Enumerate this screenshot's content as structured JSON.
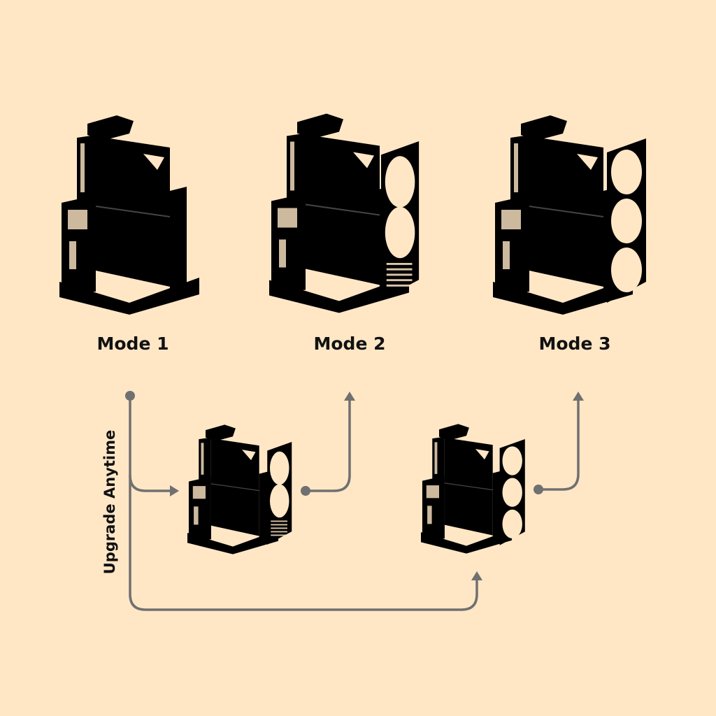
{
  "modes": [
    {
      "label": "Mode 1",
      "fans": 0
    },
    {
      "label": "Mode 2",
      "fans": 2
    },
    {
      "label": "Mode 3",
      "fans": 3
    }
  ],
  "upgrade_label": "Upgrade Anytime",
  "colors": {
    "background": "#FFE7C6",
    "arrow": "#707070",
    "case": "#1c1c1c",
    "ghost": "#a8a8a8"
  }
}
